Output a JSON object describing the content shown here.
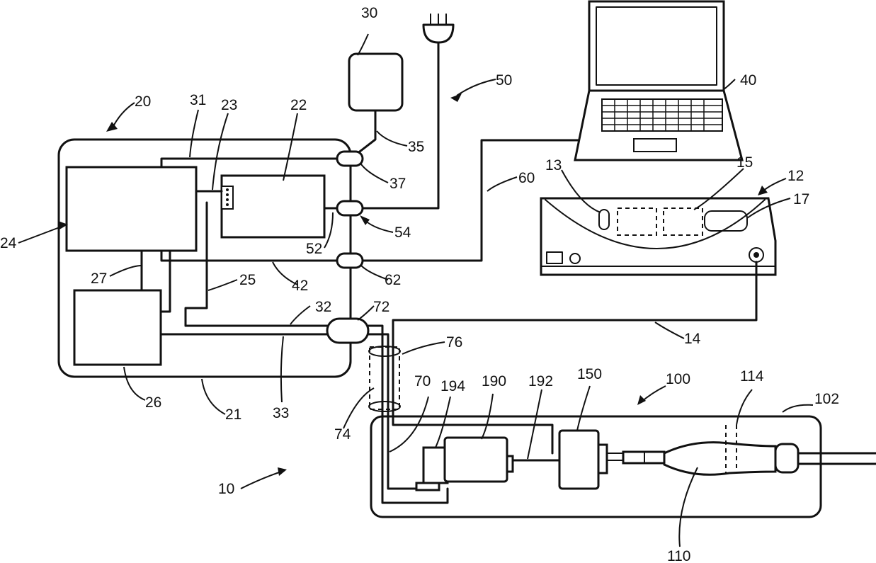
{
  "labels": {
    "l30": "30",
    "l50": "50",
    "l40": "40",
    "l20": "20",
    "l31": "31",
    "l23": "23",
    "l22": "22",
    "l35": "35",
    "l37": "37",
    "l60": "60",
    "l13": "13",
    "l15": "15",
    "l12": "12",
    "l17": "17",
    "l24": "24",
    "l54": "54",
    "l52": "52",
    "l27": "27",
    "l25": "25",
    "l42": "42",
    "l62": "62",
    "l32": "32",
    "l72": "72",
    "l14": "14",
    "l76": "76",
    "l26": "26",
    "l21": "21",
    "l33": "33",
    "l70": "70",
    "l194": "194",
    "l190": "190",
    "l192": "192",
    "l150": "150",
    "l100": "100",
    "l114": "114",
    "l102": "102",
    "l74": "74",
    "l10": "10",
    "l110": "110"
  }
}
